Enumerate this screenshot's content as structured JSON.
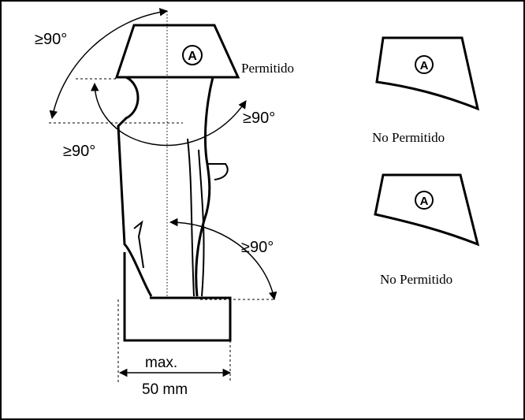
{
  "diagram": {
    "angle_labels": [
      "≥90°",
      "≥90°",
      "≥90°",
      "≥90°"
    ],
    "badge_symbol": "A",
    "labels": {
      "allowed": "Permitido",
      "not_allowed_1": "No Permitido",
      "not_allowed_2": "No Permitido",
      "max": "max.",
      "width": "50 mm"
    }
  }
}
